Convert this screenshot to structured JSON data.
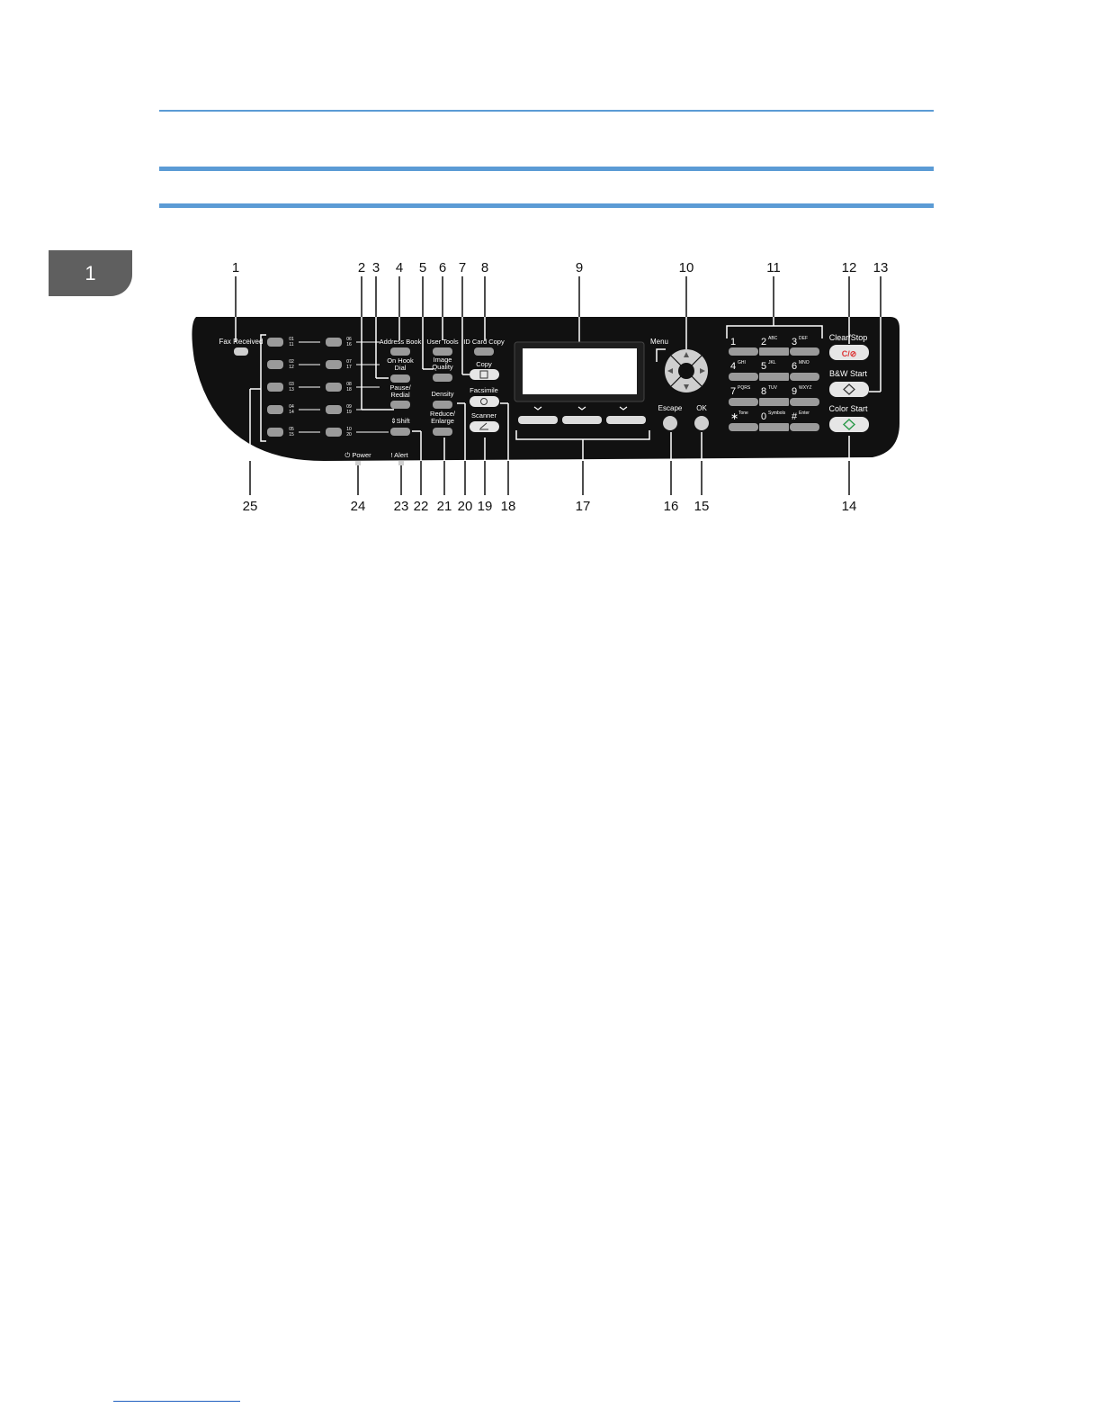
{
  "page": {
    "chapter_number": "1",
    "accent_color": "#5b9bd5"
  },
  "panel": {
    "fax_received": "Fax Received",
    "address_book": "Address Book",
    "user_tools": "User Tools",
    "id_card_copy": "ID Card Copy",
    "on_hook_dial_1": "On Hook",
    "on_hook_dial_2": "Dial",
    "image_quality_1": "Image",
    "image_quality_2": "Quality",
    "copy": "Copy",
    "pause_redial_1": "Pause/",
    "pause_redial_2": "Redial",
    "density": "Density",
    "facsimile": "Facsimile",
    "shift": "⇕Shift",
    "reduce_enlarge_1": "Reduce/",
    "reduce_enlarge_2": "Enlarge",
    "scanner": "Scanner",
    "menu": "Menu",
    "escape": "Escape",
    "ok": "OK",
    "clear_stop": "Clear/Stop",
    "clear_stop_icon": "C/⊘",
    "bw_start": "B&W Start",
    "color_start": "Color Start",
    "power": "⏻ Power",
    "alert": "! Alert",
    "keypad": [
      {
        "num": "1",
        "sub": ""
      },
      {
        "num": "2",
        "sub": "ABC"
      },
      {
        "num": "3",
        "sub": "DEF"
      },
      {
        "num": "4",
        "sub": "GHI"
      },
      {
        "num": "5",
        "sub": "JKL"
      },
      {
        "num": "6",
        "sub": "MNO"
      },
      {
        "num": "7",
        "sub": "PQRS"
      },
      {
        "num": "8",
        "sub": "TUV"
      },
      {
        "num": "9",
        "sub": "WXYZ"
      },
      {
        "num": "∗",
        "sub": "Tone"
      },
      {
        "num": "0",
        "sub": "Symbols"
      },
      {
        "num": "#",
        "sub": "Enter"
      }
    ],
    "one_touch_left": [
      {
        "top": "01",
        "bottom": "11"
      },
      {
        "top": "02",
        "bottom": "12"
      },
      {
        "top": "03",
        "bottom": "13"
      },
      {
        "top": "04",
        "bottom": "14"
      },
      {
        "top": "05",
        "bottom": "15"
      }
    ],
    "one_touch_right": [
      {
        "top": "06",
        "bottom": "16"
      },
      {
        "top": "07",
        "bottom": "17"
      },
      {
        "top": "08",
        "bottom": "18"
      },
      {
        "top": "09",
        "bottom": "19"
      },
      {
        "top": "10",
        "bottom": "20"
      }
    ]
  },
  "callouts_top": [
    "1",
    "2",
    "3",
    "4",
    "5",
    "6",
    "7",
    "8",
    "9",
    "10",
    "11",
    "12",
    "13"
  ],
  "callouts_bottom": [
    "25",
    "24",
    "23",
    "22",
    "21",
    "20",
    "19",
    "18",
    "17",
    "16",
    "15",
    "14"
  ]
}
